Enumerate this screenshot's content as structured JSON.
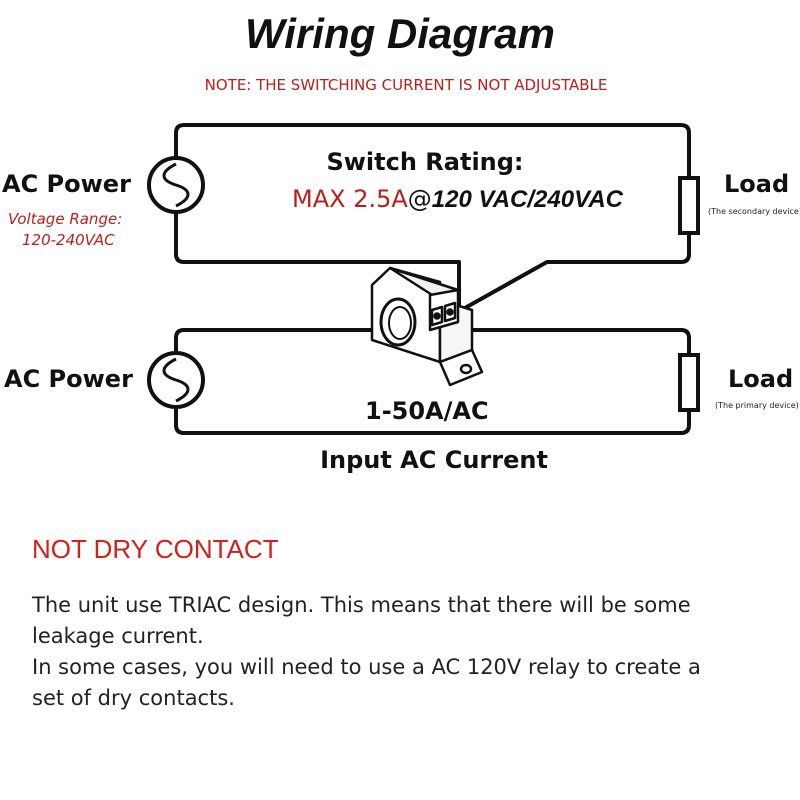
{
  "title": "Wiring Diagram",
  "note": "NOTE: THE SWITCHING CURRENT IS NOT ADJUSTABLE",
  "secondary_circuit": {
    "heading": "Switch Rating:",
    "rating_max": "MAX 2.5A",
    "rating_at": "@",
    "rating_voltage": "120 VAC/240VAC",
    "power_label": "AC Power",
    "voltage_range_line1": "Voltage Range:",
    "voltage_range_line2": "120-240VAC",
    "load_label": "Load",
    "load_sub": "(The secondary device)"
  },
  "primary_circuit": {
    "power_label": "AC Power",
    "current_range": "1-50A/AC",
    "caption": "Input AC Current",
    "load_label": "Load",
    "load_sub": "(The primary device)"
  },
  "warning": {
    "heading": "NOT DRY CONTACT",
    "lines": [
      "The unit use TRIAC design. This means that there will be some",
      "leakage current.",
      "In some cases, you will need to use a AC 120V relay to create a",
      "set of dry contacts."
    ]
  },
  "colors": {
    "accent_red": "#b8201b",
    "wire": "#111111"
  }
}
